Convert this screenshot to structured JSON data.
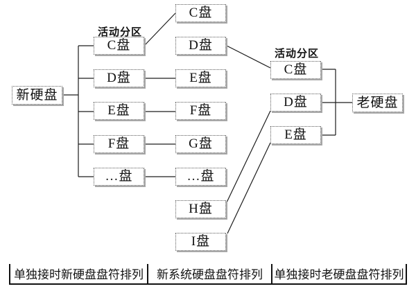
{
  "nodes": {
    "new_disk": "新硬盘",
    "old_disk": "老硬盘"
  },
  "labels": {
    "active_partition_new": "活动分区",
    "active_partition_old": "活动分区"
  },
  "columns": {
    "new_disk_alone": [
      "C盘",
      "D盘",
      "E盘",
      "F盘",
      "…盘"
    ],
    "new_system": [
      "C盘",
      "D盘",
      "E盘",
      "F盘",
      "G盘",
      "…盘",
      "H盘",
      "I盘"
    ],
    "old_disk_alone": [
      "C盘",
      "D盘",
      "E盘"
    ]
  },
  "footer": {
    "col1": "单独接时新硬盘盘符排列",
    "col2": "新系统硬盘盘符排列",
    "col3": "单独接时老硬盘盘符排列"
  },
  "colors": {
    "line": "#1c1c1c",
    "box_border": "#5a5a5a",
    "box_shadow": "#a8a8a8",
    "background": "#ffffff"
  }
}
